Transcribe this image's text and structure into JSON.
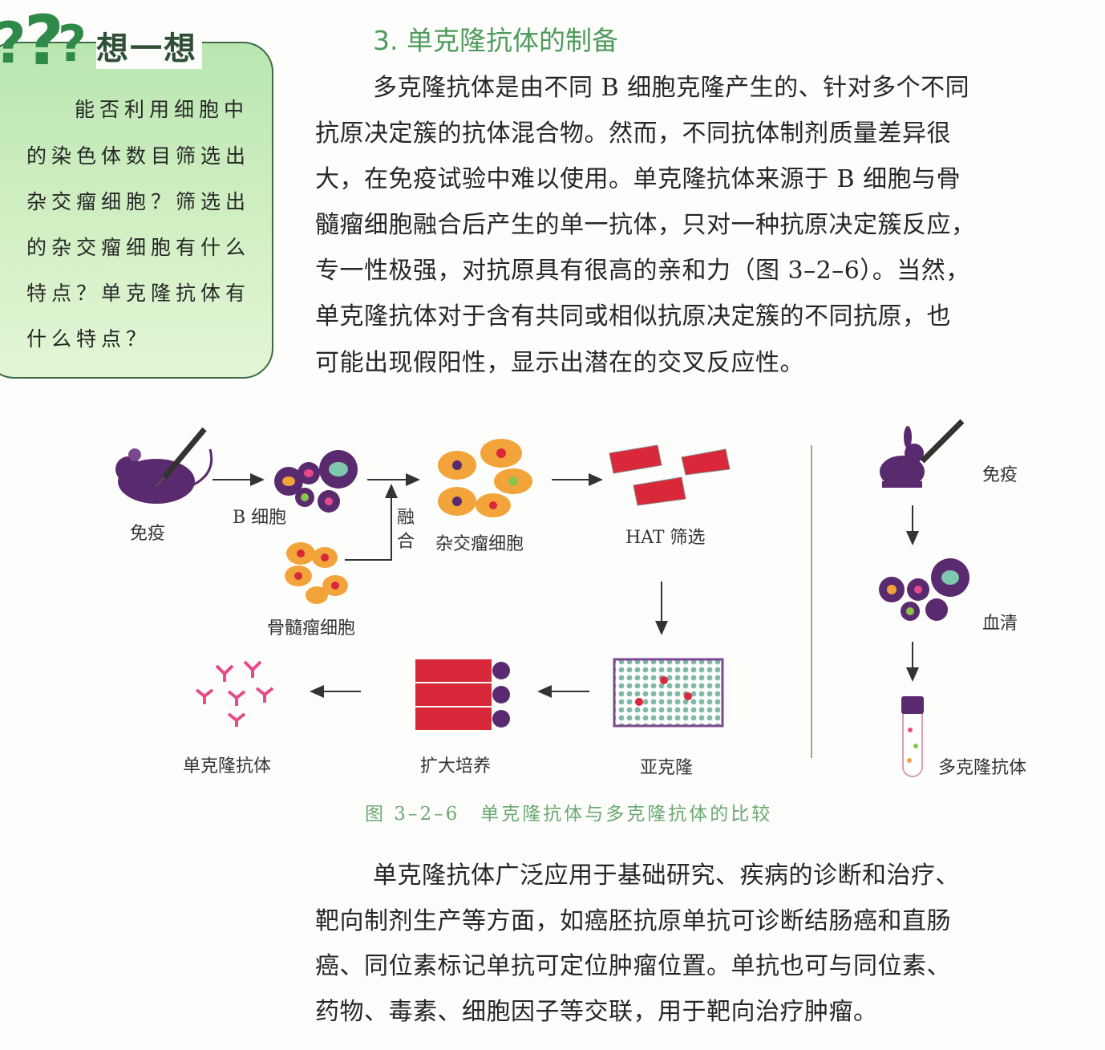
{
  "sidebar": {
    "title": "想一想",
    "lines": [
      "能否利用细胞中",
      "的染色体数目筛选出",
      "杂交瘤细胞？筛选出",
      "的杂交瘤细胞有什么",
      "特点？单克隆抗体有",
      "什么特点？"
    ]
  },
  "section": {
    "title": "3. 单克隆抗体的制备",
    "paragraph1": [
      "多克隆抗体是由不同 B 细胞克隆产生的、针对多个不同",
      "抗原决定簇的抗体混合物。然而，不同抗体制剂质量差异很",
      "大，在免疫试验中难以使用。单克隆抗体来源于 B 细胞与骨",
      "髓瘤细胞融合后产生的单一抗体，只对一种抗原决定簇反应，",
      "专一性极强，对抗原具有很高的亲和力（图 3–2–6）。当然，",
      "单克隆抗体对于含有共同或相似抗原决定簇的不同抗原，也",
      "可能出现假阳性，显示出潜在的交叉反应性。"
    ],
    "paragraph2": [
      "单克隆抗体广泛应用于基础研究、疾病的诊断和治疗、",
      "靶向制剂生产等方面，如癌胚抗原单抗可诊断结肠癌和直肠",
      "癌、同位素标记单抗可定位肿瘤位置。单抗也可与同位素、",
      "药物、毒素、细胞因子等交联，用于靶向治疗肿瘤。"
    ]
  },
  "figure": {
    "labels": {
      "immunize_left": "免疫",
      "b_cells": "B 细胞",
      "fusion_1": "融",
      "fusion_2": "合",
      "hybridoma": "杂交瘤细胞",
      "hat": "HAT 筛选",
      "myeloma": "骨髓瘤细胞",
      "monoclonal": "单克隆抗体",
      "expand": "扩大培养",
      "subclone": "亚克隆",
      "immunize_right": "免疫",
      "serum": "血清",
      "polyclonal": "多克隆抗体"
    },
    "caption": "图 3–2–6　单克隆抗体与多克隆抗体的比较",
    "colors": {
      "purple": "#5a2a6e",
      "orange": "#f2a43a",
      "red": "#d8283a",
      "pink": "#e64a8a",
      "green": "#4f9b5c"
    }
  }
}
